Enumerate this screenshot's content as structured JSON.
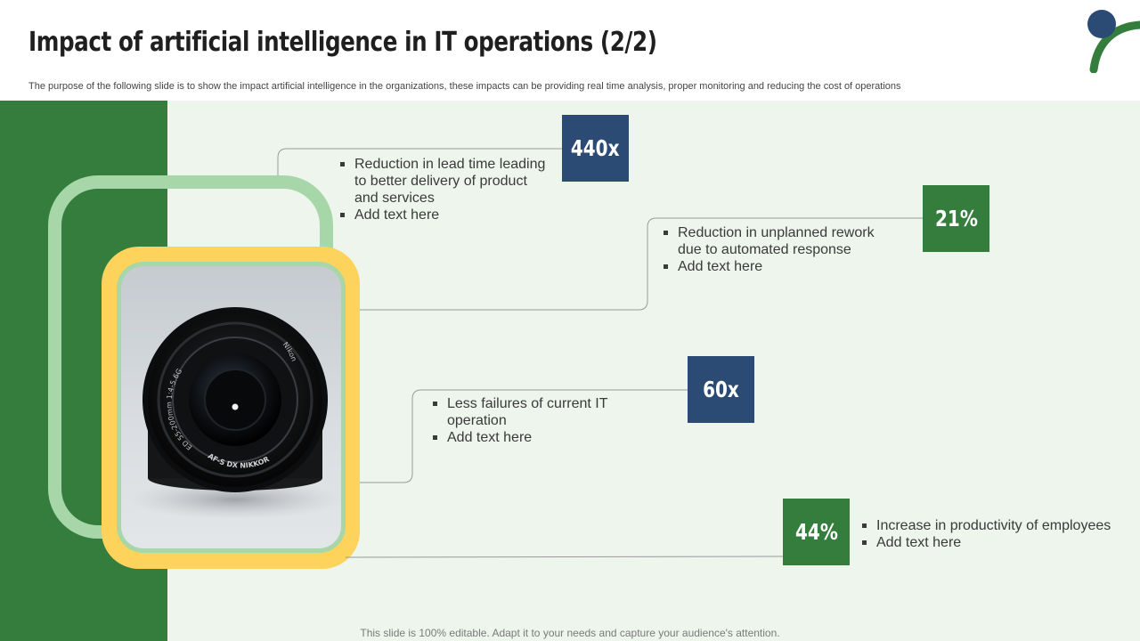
{
  "slide": {
    "title": "Impact of artificial intelligence in IT operations (2/2)",
    "subtitle": "The purpose of the following slide is to show the impact  artificial intelligence in the organizations, these impacts can be providing real time analysis, proper monitoring and reducing the cost of operations",
    "footer": "This slide is 100% editable. Adapt it to your needs and capture your audience's attention."
  },
  "image": {
    "description": "camera-lens-icon",
    "lens_text_top": "Nikon",
    "lens_text_left": "ED 55-200mm 1:4-5.6G",
    "lens_text_bottom": "AF-S DX NIKKOR"
  },
  "stats": [
    {
      "value": "440x",
      "color": "#2b4b75",
      "bullets": [
        "Reduction in lead time leading to better delivery of product and services",
        "Add text here"
      ]
    },
    {
      "value": "21%",
      "color": "#357d3c",
      "bullets": [
        "Reduction in unplanned rework due to automated response",
        "Add text here"
      ]
    },
    {
      "value": "60x",
      "color": "#2b4b75",
      "bullets": [
        "Less failures of current IT operation",
        "Add text here"
      ]
    },
    {
      "value": "44%",
      "color": "#357d3c",
      "bullets": [
        "Increase in productivity of employees",
        "Add text here"
      ]
    }
  ],
  "colors": {
    "accent_green": "#357d3c",
    "accent_blue": "#2b4b75",
    "light_green": "#a7d6a8",
    "yellow": "#fed35c",
    "background": "#edf5ec"
  }
}
